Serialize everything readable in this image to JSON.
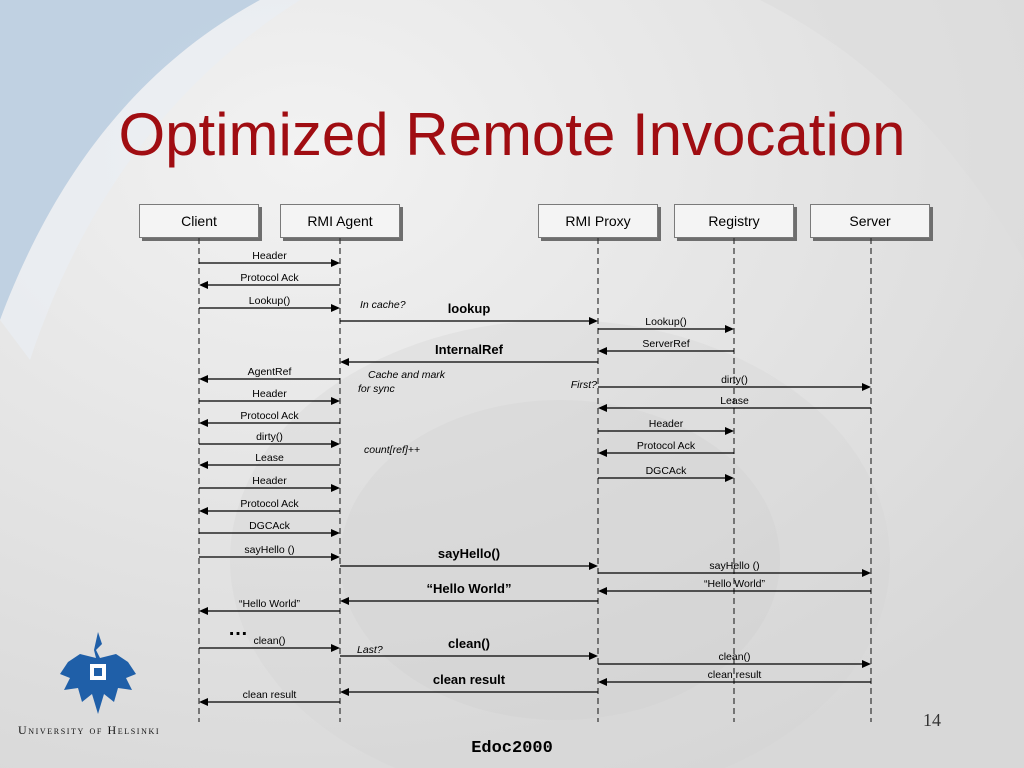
{
  "title": "Optimized Remote Invocation",
  "actors": [
    {
      "id": "client",
      "label": "Client"
    },
    {
      "id": "agent",
      "label": "RMI Agent"
    },
    {
      "id": "proxy",
      "label": "RMI Proxy"
    },
    {
      "id": "registry",
      "label": "Registry"
    },
    {
      "id": "server",
      "label": "Server"
    }
  ],
  "messages": [
    {
      "from": "client",
      "to": "agent",
      "label": "Header"
    },
    {
      "from": "agent",
      "to": "client",
      "label": "Protocol    Ack"
    },
    {
      "from": "client",
      "to": "agent",
      "label": "Lookup()"
    },
    {
      "from": "agent",
      "to": "proxy",
      "label": "lookup",
      "style": "bold"
    },
    {
      "from": "proxy",
      "to": "registry",
      "label": "Lookup()"
    },
    {
      "from": "registry",
      "to": "proxy",
      "label": "ServerRef"
    },
    {
      "from": "proxy",
      "to": "agent",
      "label": "InternalRef",
      "style": "bold"
    },
    {
      "from": "agent",
      "to": "client",
      "label": "AgentRef"
    },
    {
      "from": "proxy",
      "to": "server",
      "label": "dirty()"
    },
    {
      "from": "client",
      "to": "agent",
      "label": "Header"
    },
    {
      "from": "server",
      "to": "proxy",
      "label": "Lease"
    },
    {
      "from": "agent",
      "to": "client",
      "label": "Protocol    Ack"
    },
    {
      "from": "proxy",
      "to": "registry",
      "label": "Header"
    },
    {
      "from": "client",
      "to": "agent",
      "label": "dirty()"
    },
    {
      "from": "registry",
      "to": "proxy",
      "label": "Protocol    Ack"
    },
    {
      "from": "agent",
      "to": "client",
      "label": "Lease"
    },
    {
      "from": "proxy",
      "to": "registry",
      "label": "DGCAck"
    },
    {
      "from": "client",
      "to": "agent",
      "label": "Header"
    },
    {
      "from": "agent",
      "to": "client",
      "label": "Protocol    Ack"
    },
    {
      "from": "client",
      "to": "agent",
      "label": "DGCAck"
    },
    {
      "from": "client",
      "to": "agent",
      "label": "sayHello   ()"
    },
    {
      "from": "agent",
      "to": "proxy",
      "label": "sayHello()",
      "style": "bold"
    },
    {
      "from": "proxy",
      "to": "server",
      "label": "sayHello   ()"
    },
    {
      "from": "server",
      "to": "proxy",
      "label": "“Hello World”"
    },
    {
      "from": "proxy",
      "to": "agent",
      "label": "“Hello World”",
      "style": "bold"
    },
    {
      "from": "agent",
      "to": "client",
      "label": "“Hello World”"
    },
    {
      "from": "client",
      "to": "agent",
      "label": "clean()"
    },
    {
      "from": "agent",
      "to": "proxy",
      "label": "clean()",
      "style": "bold"
    },
    {
      "from": "proxy",
      "to": "server",
      "label": "clean()"
    },
    {
      "from": "server",
      "to": "proxy",
      "label": "clean result"
    },
    {
      "from": "proxy",
      "to": "agent",
      "label": "clean result",
      "style": "bold"
    },
    {
      "from": "agent",
      "to": "client",
      "label": "clean result"
    }
  ],
  "notes": [
    {
      "text": "In cache?"
    },
    {
      "text": "Cache and mark"
    },
    {
      "text": "for sync"
    },
    {
      "text": "First?"
    },
    {
      "text": "count[ref]++"
    },
    {
      "text": "Last?"
    }
  ],
  "ellipsis": "…",
  "footer": {
    "university": "University of Helsinki",
    "conference": "Edoc2000",
    "page_number": "14"
  },
  "colors": {
    "title": "#a00d12",
    "logo": "#1f5fa8"
  },
  "icons": {
    "logo": "helsinki-university-logo-icon"
  }
}
